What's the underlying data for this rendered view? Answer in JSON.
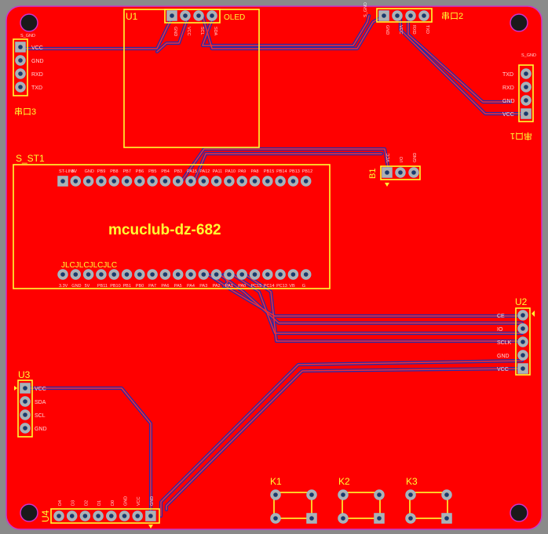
{
  "board": {
    "background": "#8a8a8a",
    "copper_color": "#ff0000",
    "outline_color": "#cc33cc",
    "silk_color": "#ffff33",
    "trace_color": "#2a2aa8"
  },
  "components": {
    "u1": {
      "ref": "U1",
      "name": "OLED",
      "pins": [
        "GND",
        "VCC",
        "SCL",
        "SDA"
      ]
    },
    "serial2": {
      "ref": "串口2",
      "pins": [
        "GND",
        "VCC",
        "RXD",
        "TXD"
      ],
      "top_label": "S_GND"
    },
    "serial3": {
      "ref": "串口3",
      "pins": [
        "VCC",
        "GND",
        "RXD",
        "TXD"
      ],
      "top_label": "S_GND"
    },
    "p1": {
      "ref": "串口1",
      "pins": [
        "TXD",
        "RXD",
        "GND",
        "VCC"
      ],
      "top_label": "S_GND"
    },
    "s_st1": {
      "ref": "S_ST1",
      "title": "mcuclub-dz-682",
      "mark": "JLCJLCJLCJLC",
      "top_pins": [
        "ST-LINK",
        "5V",
        "GND",
        "PB9",
        "PB8",
        "PB7",
        "PB6",
        "PB5",
        "PB4",
        "PB3",
        "PA15",
        "PA12",
        "PA11",
        "PA10",
        "PA9",
        "PA8",
        "PB15",
        "PB14",
        "PB13",
        "PB12"
      ],
      "bottom_pins": [
        "3.3V",
        "GND",
        "5V",
        "PB11",
        "PB10",
        "PB1",
        "PB0",
        "PA7",
        "PA6",
        "PA5",
        "PA4",
        "PA3",
        "PA2",
        "PA1",
        "PA0",
        "PC15",
        "PC14",
        "PC13",
        "VB",
        "G"
      ]
    },
    "b1": {
      "ref": "B1",
      "pins": [
        "VCC",
        "I/O",
        "GND"
      ]
    },
    "u2": {
      "ref": "U2",
      "pins": [
        "CE",
        "IO",
        "SCLK",
        "GND",
        "VCC"
      ]
    },
    "u3": {
      "ref": "U3",
      "pins": [
        "VCC",
        "SDA",
        "SCL",
        "GND"
      ]
    },
    "u4": {
      "ref": "U4",
      "pins": [
        "D4",
        "D3",
        "D2",
        "D1",
        "D0",
        "GND",
        "VCC",
        "GND"
      ]
    },
    "k1": {
      "ref": "K1"
    },
    "k2": {
      "ref": "K2"
    },
    "k3": {
      "ref": "K3"
    }
  }
}
